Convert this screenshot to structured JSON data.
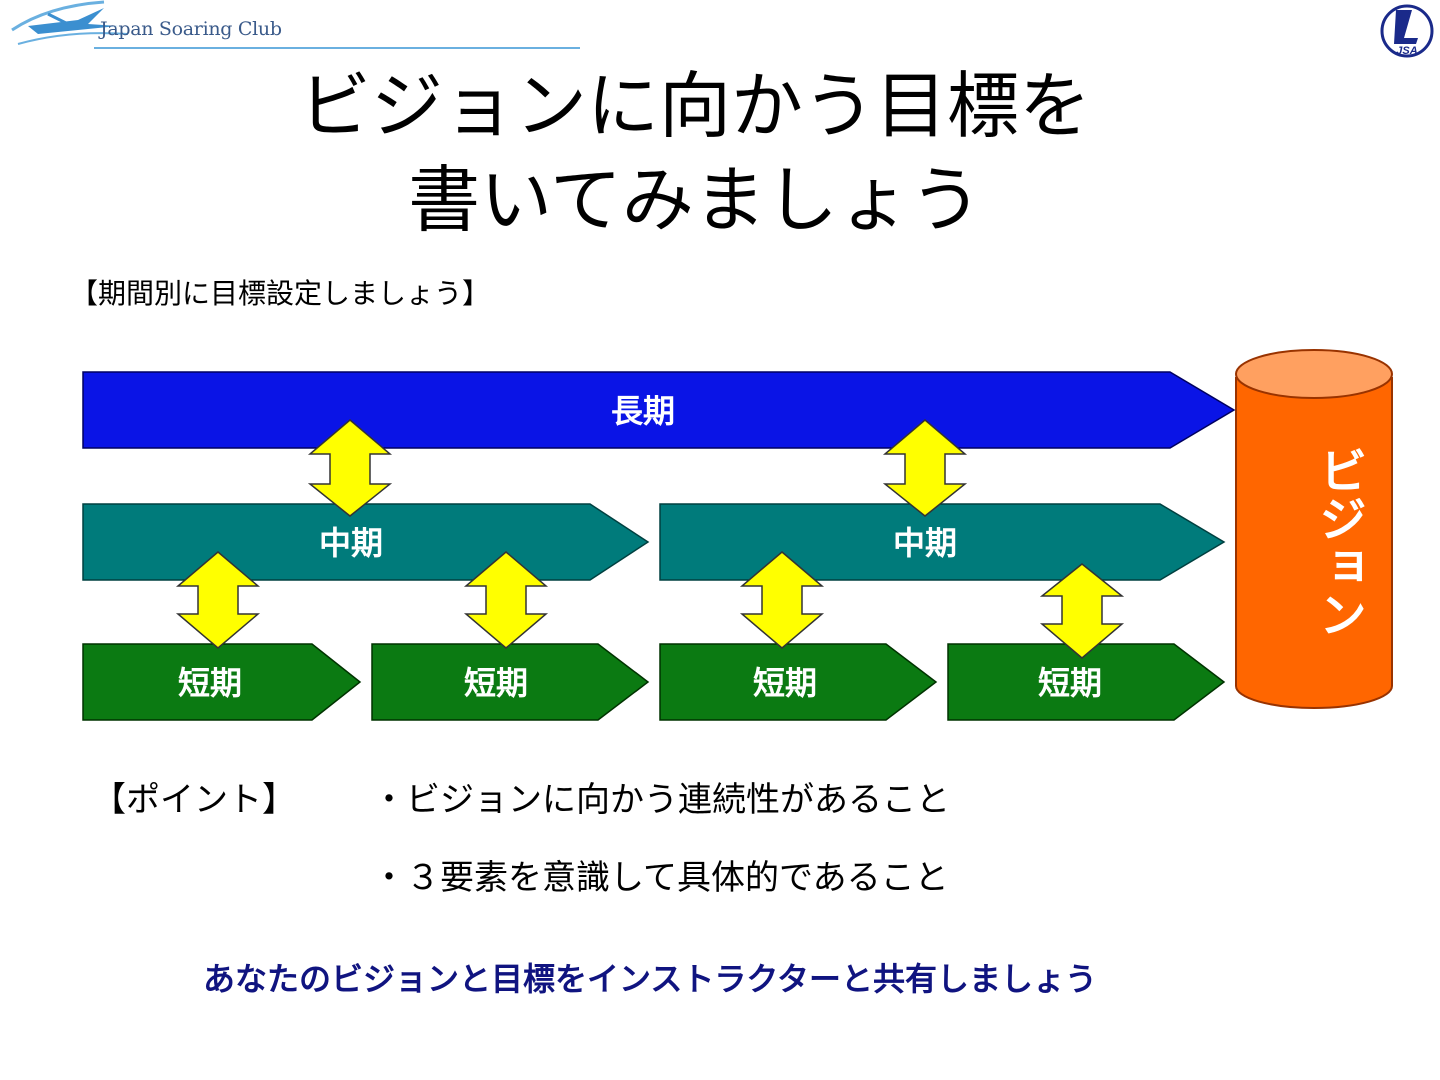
{
  "header": {
    "club_name": "Japan Soaring Club",
    "badge_text": "JSA"
  },
  "title": {
    "line1": "ビジョンに向かう目標を",
    "line2": "書いてみましょう"
  },
  "subheading": "【期間別に目標設定しましょう】",
  "diagram": {
    "long_term": "長期",
    "mid_term": [
      "中期",
      "中期"
    ],
    "short_term": [
      "短期",
      "短期",
      "短期",
      "短期"
    ],
    "vision": "ビジョン",
    "colors": {
      "long": "#0a14e6",
      "mid": "#007b7b",
      "short": "#0b7a12",
      "vision": "#ff6600",
      "vision_top": "#ffa060",
      "arrow": "#ffff00"
    }
  },
  "points": {
    "label": "【ポイント】",
    "items": [
      "・ビジョンに向かう連続性があること",
      "・３要素を意識して具体的であること"
    ]
  },
  "footer": "あなたのビジョンと目標をインストラクターと共有しましょう"
}
